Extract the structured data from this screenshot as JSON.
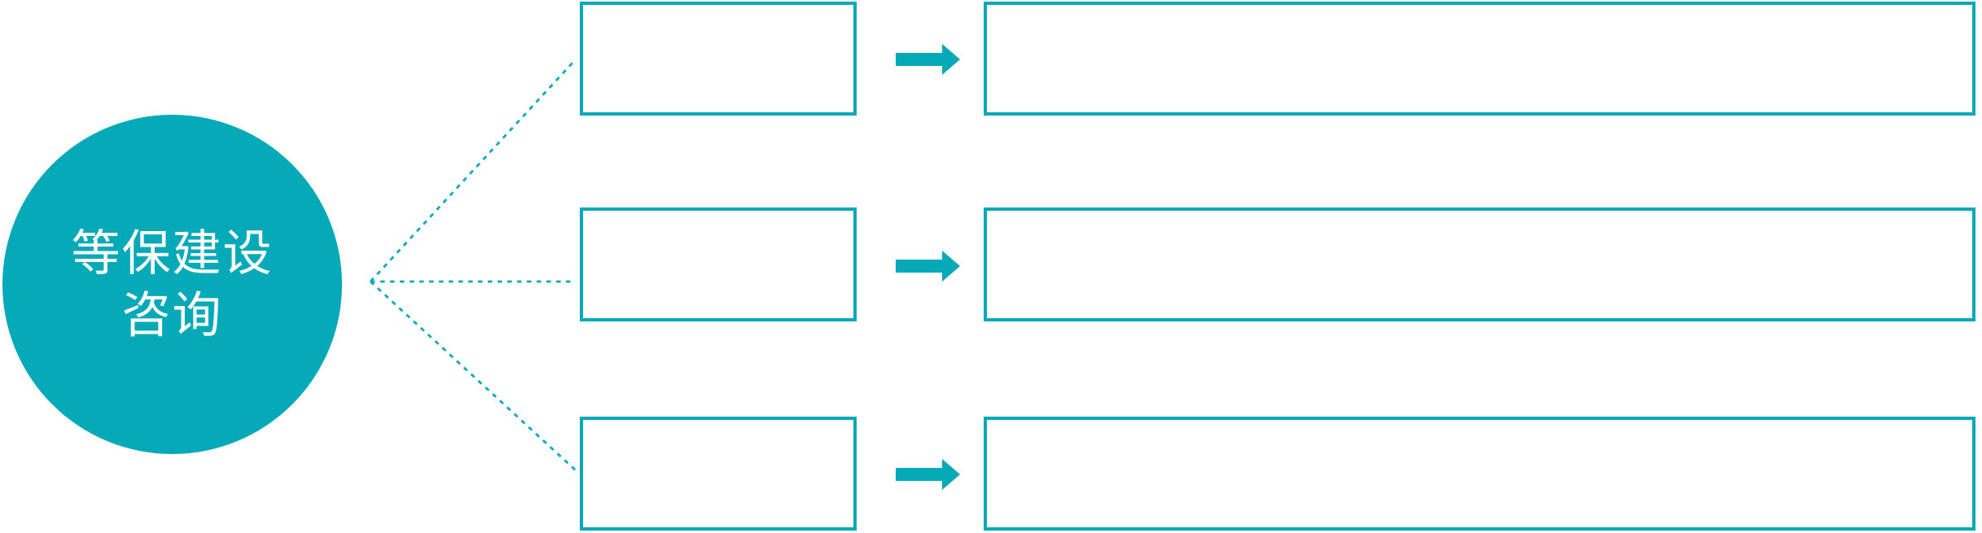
{
  "colors": {
    "accent": "#06A9B8",
    "background": "#FFFFFF",
    "hub_text": "#FFFFFF"
  },
  "hub": {
    "label": "等保建设咨询",
    "lines": [
      "等保建设",
      "咨询"
    ]
  },
  "rows": [
    {
      "small_box_text": "",
      "large_box_text": ""
    },
    {
      "small_box_text": "",
      "large_box_text": ""
    },
    {
      "small_box_text": "",
      "large_box_text": ""
    }
  ]
}
